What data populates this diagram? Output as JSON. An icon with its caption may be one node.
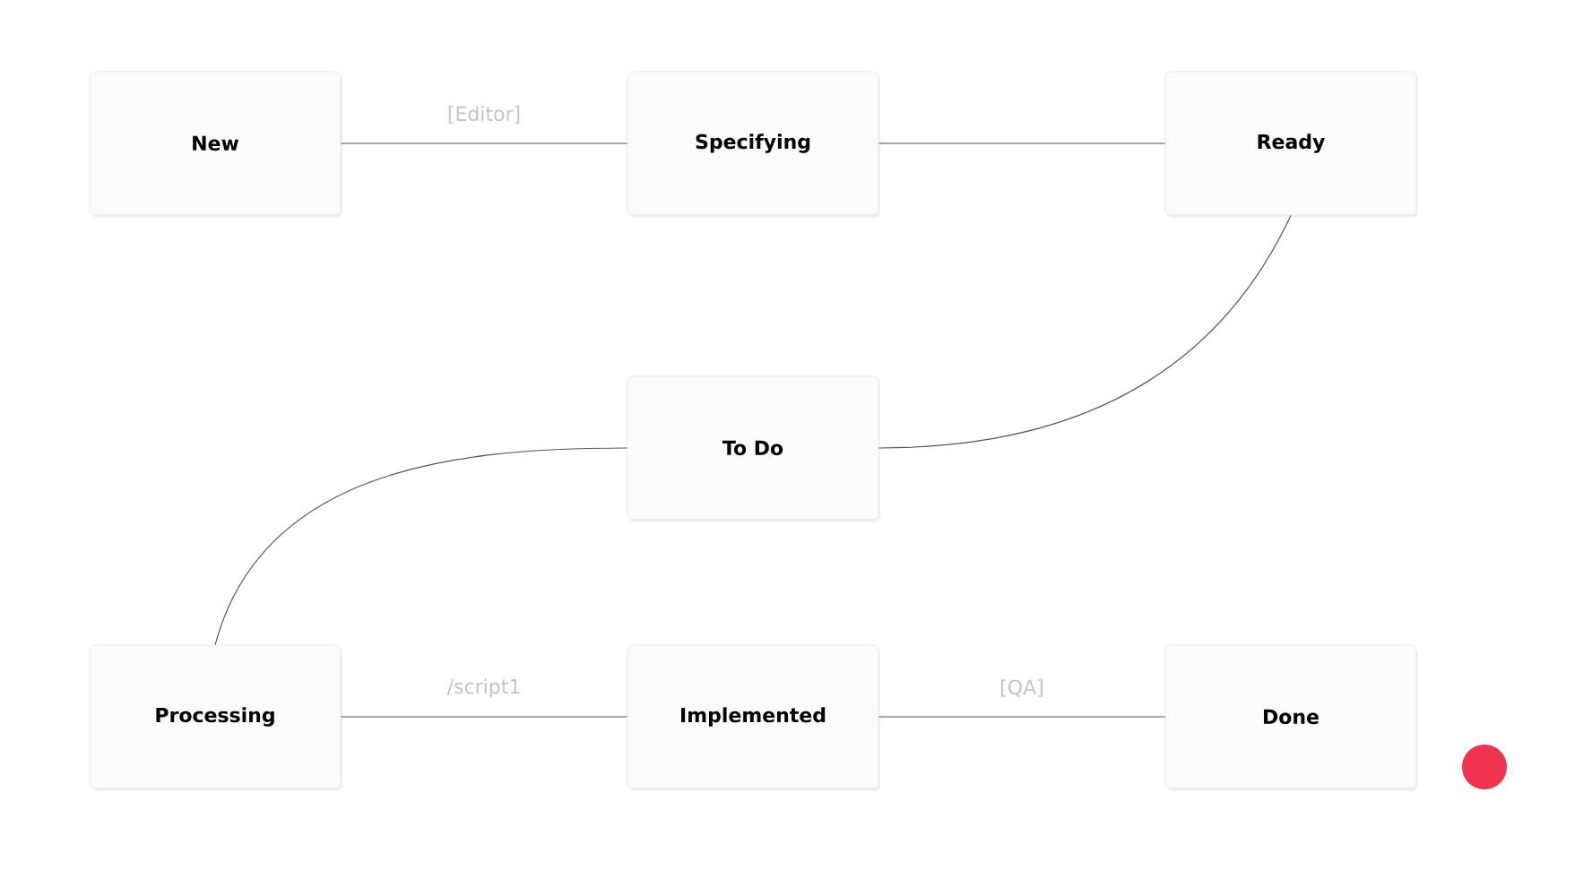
{
  "diagram": {
    "nodes": [
      {
        "text": [
          "New"
        ]
      },
      {
        "text": [
          "Specifying"
        ]
      },
      {
        "text": [
          "Ready"
        ]
      },
      {
        "text": [
          "To Do"
        ]
      },
      {
        "text": [
          "Processing"
        ]
      },
      {
        "text": [
          "Implemented"
        ]
      },
      {
        "text": [
          "Done"
        ]
      }
    ],
    "edges": [
      {
        "from": 0,
        "to": 1,
        "arrow": "none",
        "label": "[Editor]"
      },
      {
        "from": 1,
        "to": 2,
        "arrow": "none"
      },
      {
        "from": 2,
        "to": 3,
        "arrow": "none"
      },
      {
        "from": 3,
        "to": 4,
        "arrow": "none"
      },
      {
        "from": 4,
        "to": 5,
        "arrow": "none",
        "label": "/script1"
      },
      {
        "from": 5,
        "to": 6,
        "arrow": "none",
        "label": "[QA]"
      }
    ]
  }
}
